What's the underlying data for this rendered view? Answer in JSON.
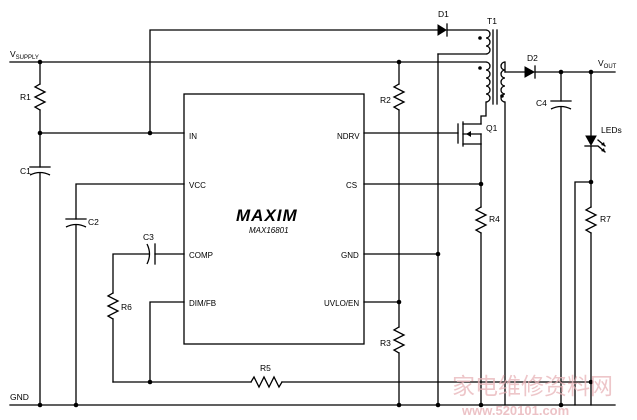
{
  "labels": {
    "vsupply_main": "V",
    "vsupply_sub": "SUPPLY",
    "vout_main": "V",
    "vout_sub": "OUT",
    "gnd": "GND",
    "leds": "LEDs"
  },
  "ic": {
    "logo": "MAXIM",
    "part": "MAX16801",
    "pins": {
      "in": "IN",
      "vcc": "VCC",
      "comp": "COMP",
      "dimfb": "DIM/FB",
      "ndrv": "NDRV",
      "cs": "CS",
      "gnd": "GND",
      "uvloen": "UVLO/EN"
    }
  },
  "components": {
    "r1": "R1",
    "r2": "R2",
    "r3": "R3",
    "r4": "R4",
    "r5": "R5",
    "r6": "R6",
    "r7": "R7",
    "c1": "C1",
    "c2": "C2",
    "c3": "C3",
    "c4": "C4",
    "d1": "D1",
    "d2": "D2",
    "t1": "T1",
    "q1": "Q1"
  },
  "watermark": {
    "text": "家电维修资料网",
    "url": "www.520101.com"
  }
}
